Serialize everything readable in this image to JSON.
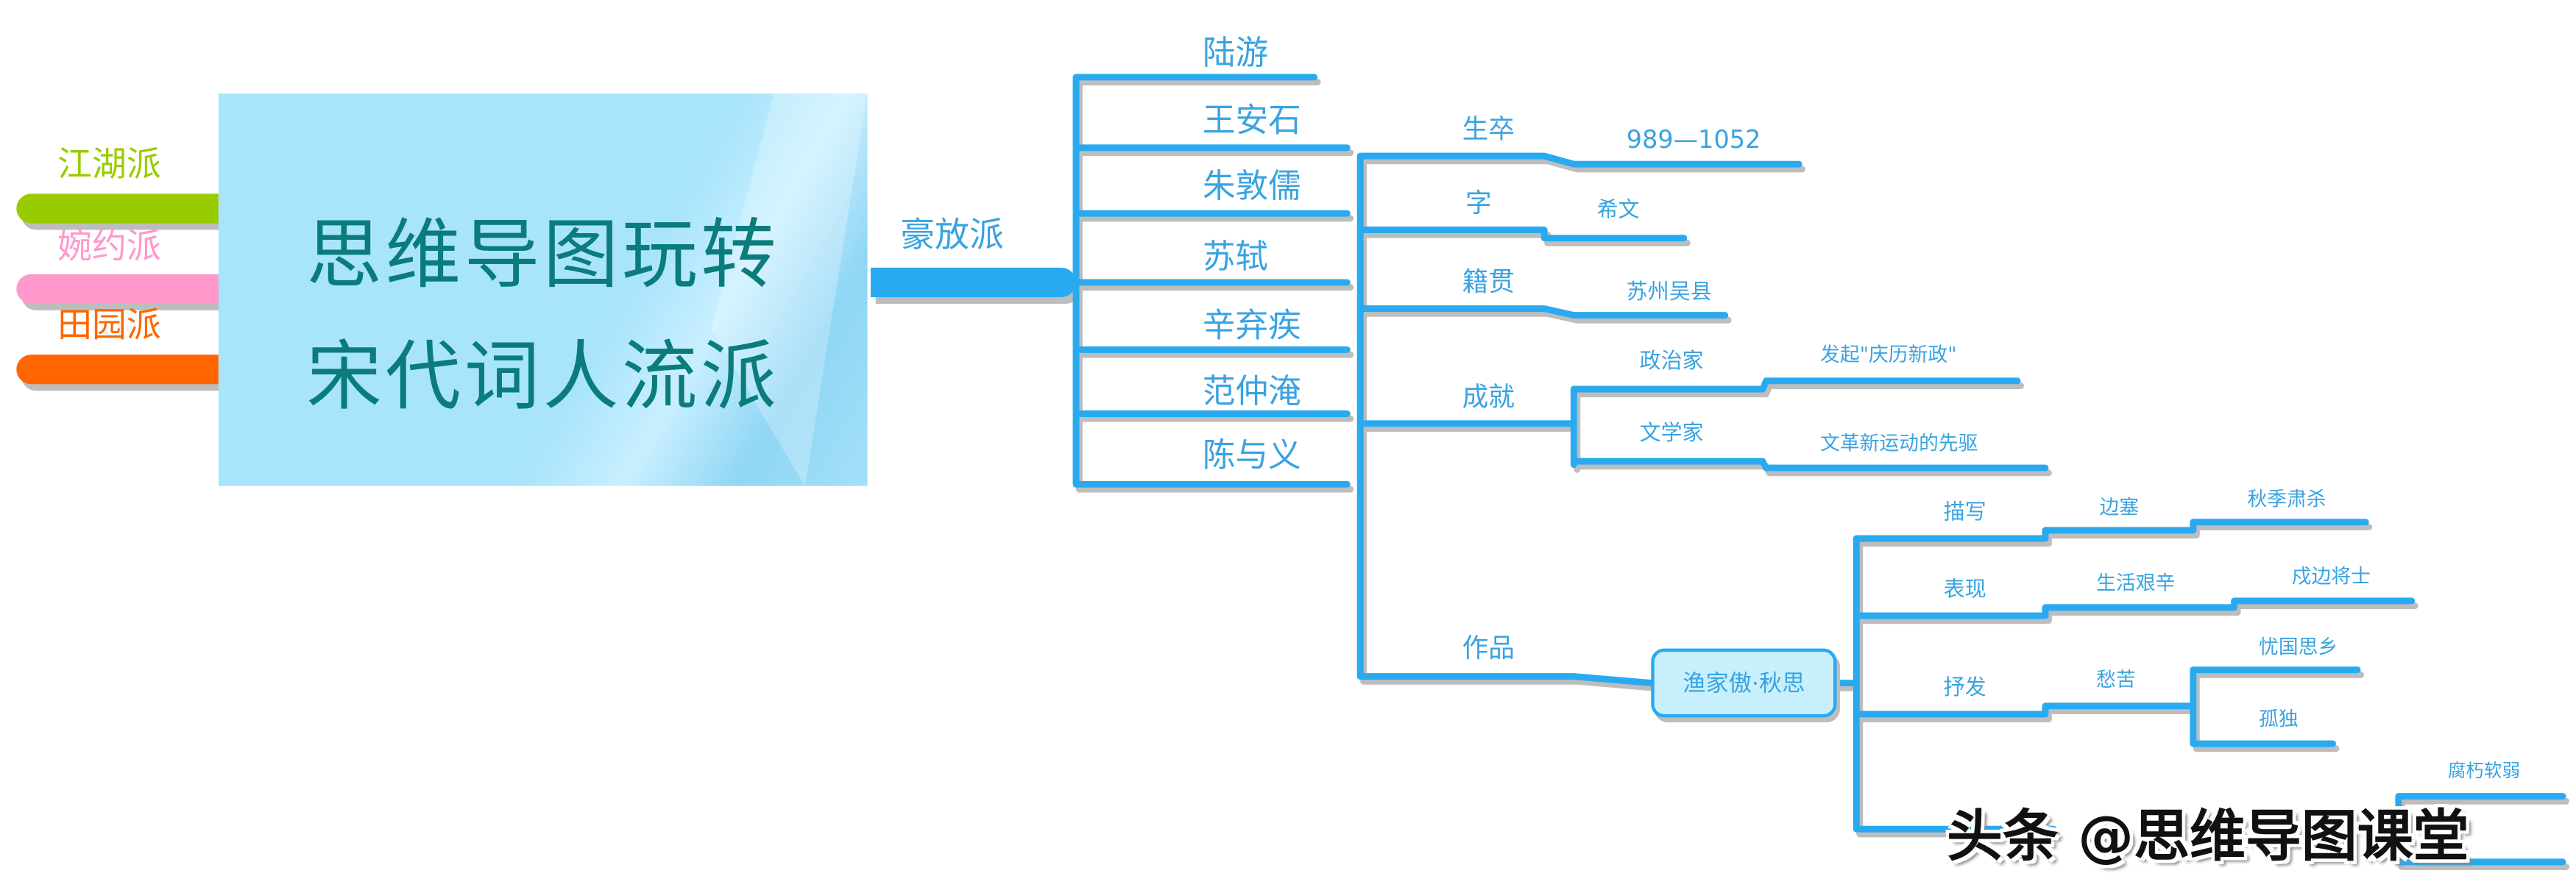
{
  "title": {
    "line1": "思维导图玩转",
    "line2": "宋代词人流派"
  },
  "left_branches": [
    {
      "label": "江湖派",
      "color": "#99cc00"
    },
    {
      "label": "婉约派",
      "color": "#ff99cc"
    },
    {
      "label": "田园派",
      "color": "#ff6600"
    }
  ],
  "main_branch": {
    "label": "豪放派",
    "color": "#29aaf0"
  },
  "poets": [
    "陆游",
    "王安石",
    "朱敦儒",
    "苏轼",
    "辛弃疾",
    "范仲淹",
    "陈与义"
  ],
  "fan": {
    "life_label": "生卒",
    "life_value": "989—1052",
    "zi_label": "字",
    "zi_value": "希文",
    "origin_label": "籍贯",
    "origin_value": "苏州吴县",
    "achievement_label": "成就",
    "politician_label": "政治家",
    "politician_value": "发起\"庆历新政\"",
    "writer_label": "文学家",
    "writer_value": "文革新运动的先驱",
    "works_label": "作品",
    "work_title": "渔家傲·秋思",
    "describe_label": "描写",
    "describe_value": "边塞",
    "describe_detail": "秋季肃杀",
    "express_label": "表现",
    "express_value": "生活艰辛",
    "express_detail": "戍边将士",
    "convey_label": "抒发",
    "convey_value": "愁苦",
    "convey_detail1": "忧国思乡",
    "convey_detail2": "孤独",
    "extra_detail": "腐朽软弱"
  },
  "watermark": "头条 @思维导图课堂",
  "colors": {
    "line": "#29aaf0",
    "text": "#3aa3e0",
    "title": "#0a7c7c",
    "center_bg": "#a8e4fb"
  }
}
